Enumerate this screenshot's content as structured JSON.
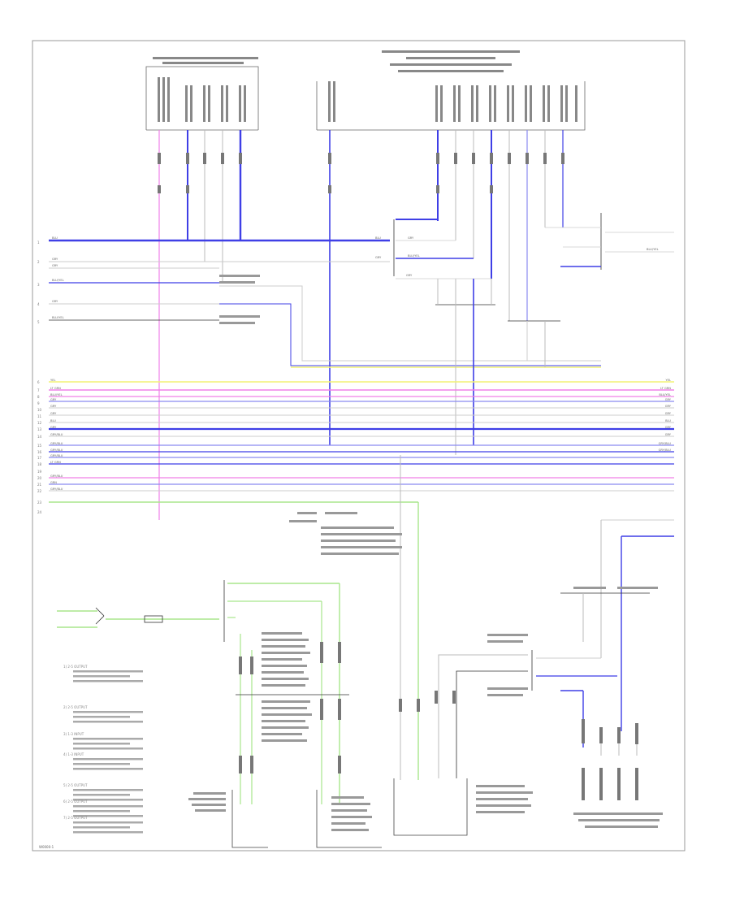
{
  "footer_code": "W0000-1",
  "left_pins": [
    "1",
    "2",
    "3",
    "4",
    "5",
    "6",
    "7",
    "8",
    "9",
    "10",
    "11",
    "12",
    "13",
    "14",
    "15",
    "16",
    "17",
    "18",
    "19",
    "20",
    "21",
    "22",
    "23",
    "24"
  ],
  "bus_labels_left": [
    "YEL",
    "LT GRN",
    "BLU/YEL",
    "GRY",
    "GRY",
    "GRY",
    "BLU",
    "GRY",
    "GRY/BLU",
    "GRY/BLU",
    "GRY/BLU",
    "GRY/BLU",
    "LT GRN",
    "GRY/BLU",
    "GRN",
    "GRY/BLU"
  ],
  "bus_labels_right": [
    "YEL",
    "LT GRN",
    "BLU/YEL",
    "GRY",
    "GRY",
    "GRY",
    "BLU",
    "GRY",
    "GRY",
    "GRY/BLU",
    "GRY/BLU"
  ],
  "top_row_labels": [
    "BLU",
    "GRY",
    "GRY",
    "BLU/YEL",
    "GRY",
    "BLU/YEL",
    "BLU",
    "GRY",
    "GRY",
    "BLU/YEL",
    "GRY",
    "BLU/YEL"
  ],
  "colors": {
    "blue": "#3f3fe6",
    "light_blue": "#8a8af0",
    "pink": "#f080e8",
    "yellow": "#f2f276",
    "green": "#a8e68c",
    "gray": "#bbbbbb",
    "dark": "#444444",
    "frame": "#999999"
  },
  "notes": [
    "1) 2-5 OUTPUT",
    "2) 2-5 OUTPUT",
    "3) 1-3 INPUT",
    "4) 1-3 INPUT",
    "5) 2-5 OUTPUT",
    "6) 2-5 OUTPUT",
    "7) 2-5 OUTPUT"
  ]
}
